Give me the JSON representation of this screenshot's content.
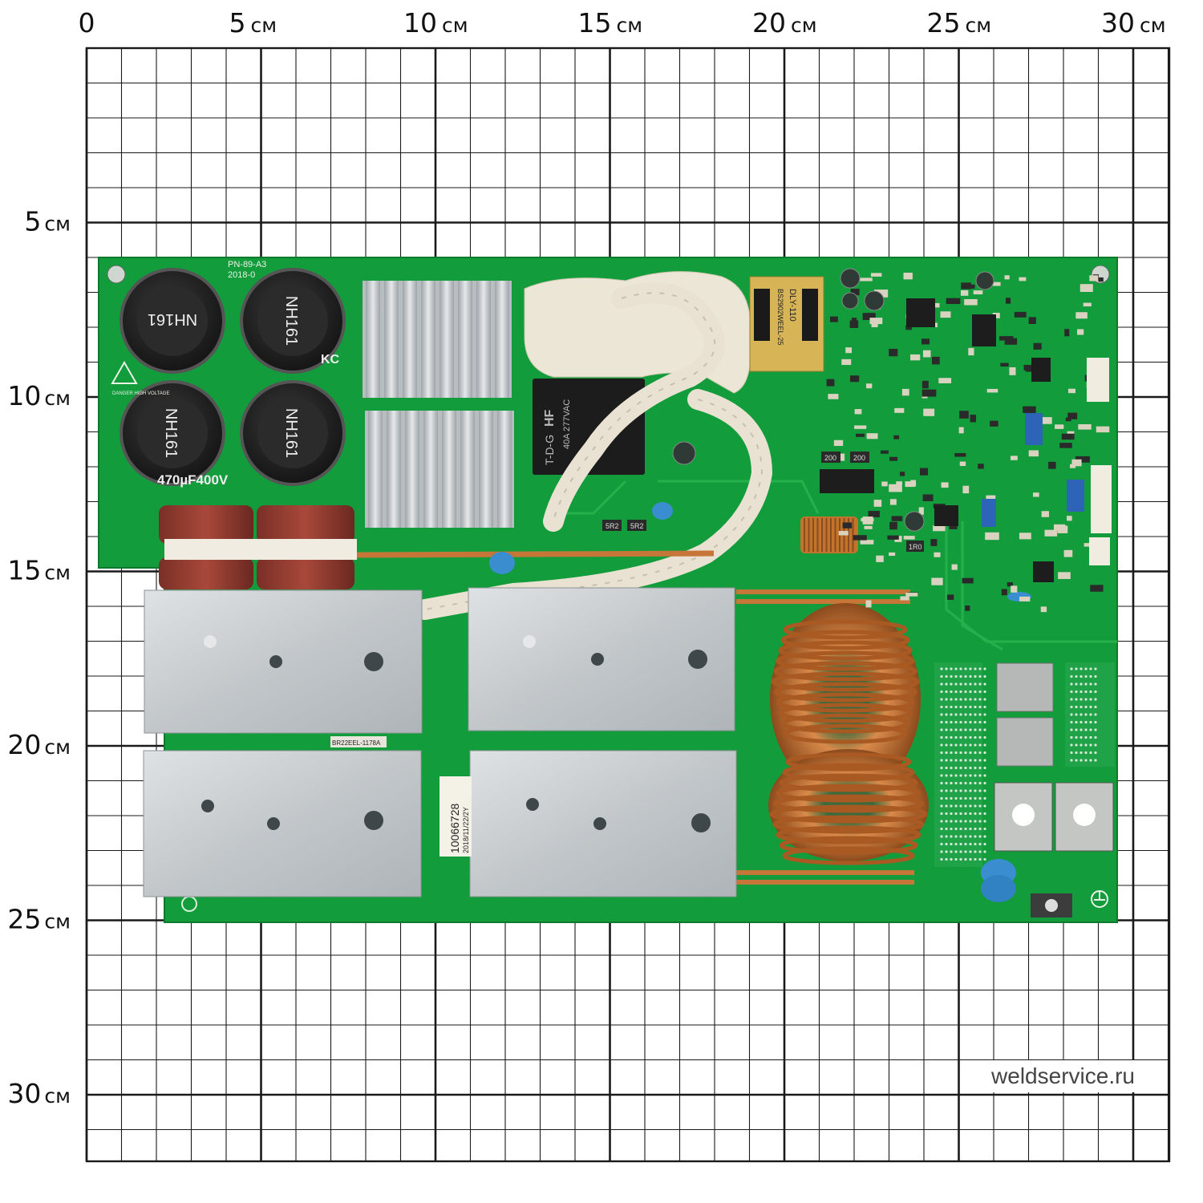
{
  "ruler": {
    "unit": "см",
    "top_ticks": [
      "0",
      "5",
      "10",
      "15",
      "20",
      "25",
      "30"
    ],
    "left_ticks": [
      "5",
      "10",
      "15",
      "20",
      "25",
      "30"
    ]
  },
  "board": {
    "model_silk": "PN-89-A3",
    "date_silk": "2018-0",
    "capacitor_rating": "470µF400V",
    "capacitor_print": "NH161",
    "capacitor_brand": "KC",
    "transformer_label": "DLY-110",
    "transformer_part": "BS2902WEEL-25",
    "relay_label": "HF",
    "relay_model": "T-D-G",
    "relay_ratings": "40A 277VAC",
    "sticker_serial": "10066728",
    "sticker_date": "2018/11/22/2Y",
    "module_part": "BR22EEL-1178A",
    "resistor_code_a": "5R2",
    "resistor_code_b": "5R2",
    "resistor_code_c": "200",
    "resistor_code_d": "200",
    "resistor_code_e": "1R0",
    "warning_text": "DANGER HIGH VOLTAGE"
  },
  "watermark": "weldservice.ru",
  "colors": {
    "pcb": "#139c3c",
    "heatsink": "#c9cdd0",
    "copper": "#b8642a",
    "grid_line": "#1a1a1a"
  }
}
